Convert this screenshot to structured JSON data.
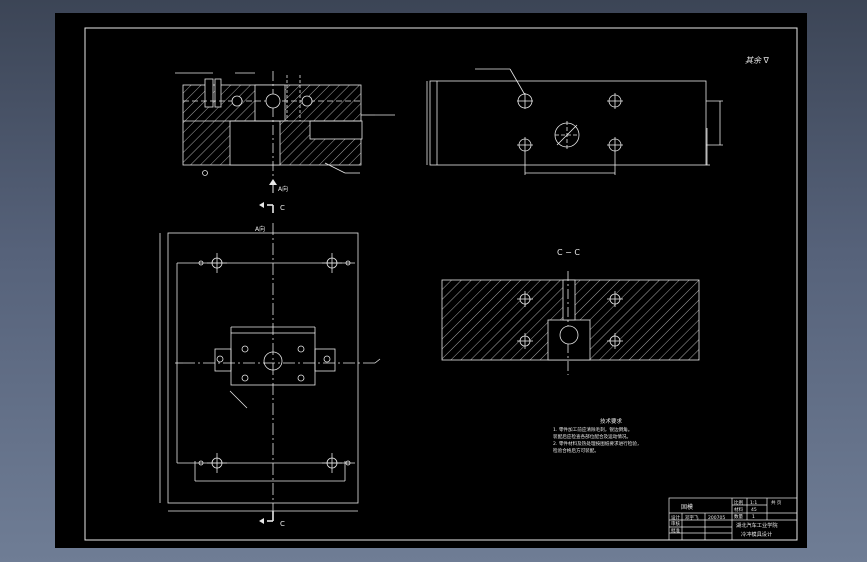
{
  "drawing": {
    "roughness_symbol": "其余 ∇",
    "view_a_arrow": "A向",
    "view_a_label": "A向",
    "section_mark_top": "C",
    "section_mark_bottom": "C",
    "section_title": "C − C",
    "tech_title": "技术要求",
    "tech_lines": [
      "1. 零件加工前应清除毛刺，锐边倒角。",
      "   装配后应检查各部位配合及运动情况。",
      "2. 零件材料及热处理按图纸要求进行检验，",
      "   检验合格后方可装配。"
    ]
  },
  "title_block": {
    "drawing_name": "固模",
    "scale_label": "比例",
    "scale": "1:1",
    "sheet": "共 页",
    "material_label": "材料",
    "material": "45",
    "qty_label": "数量",
    "qty": "1",
    "designer_label": "设计",
    "designer": "邓宇飞",
    "date": "200705",
    "checker_label": "审核",
    "approver_label": "批准",
    "school": "湖北汽车工业学院",
    "dept": "冷冲模具设计"
  },
  "colors": {
    "sheet": "#000000",
    "line": "#e8e8e8",
    "hatch": "#cfcfcf",
    "accent": "#3aa0ff"
  }
}
